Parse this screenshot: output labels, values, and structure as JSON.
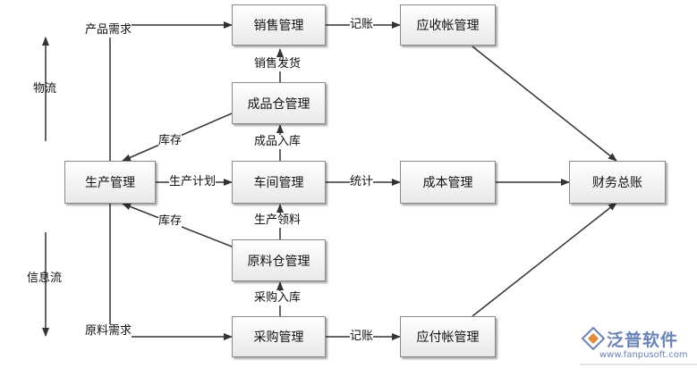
{
  "boxes": {
    "production": "生产管理",
    "sales": "销售管理",
    "receivable": "应收帐管理",
    "finished_warehouse": "成品仓管理",
    "workshop": "车间管理",
    "cost": "成本管理",
    "ledger": "财务总账",
    "raw_warehouse": "原料仓管理",
    "purchase": "采购管理",
    "payable": "应付帐管理"
  },
  "labels": {
    "product_demand": "产品需求",
    "material_demand": "原料需求",
    "bookkeeping_sales": "记账",
    "bookkeeping_purchase": "记账",
    "sales_shipment": "销售发货",
    "stock_top": "库存",
    "finished_inbound": "成品入库",
    "production_plan": "生产计划",
    "statistics": "统计",
    "stock_bottom": "库存",
    "production_material": "生产领料",
    "purchase_inbound": "采购入库"
  },
  "side": {
    "logistics": "物流",
    "info_flow": "信息流"
  },
  "logo": {
    "name": "泛普软件",
    "url": "www.fanpusoft.com"
  },
  "colors": {
    "line": "#333333",
    "logo": "#6a83b7"
  }
}
